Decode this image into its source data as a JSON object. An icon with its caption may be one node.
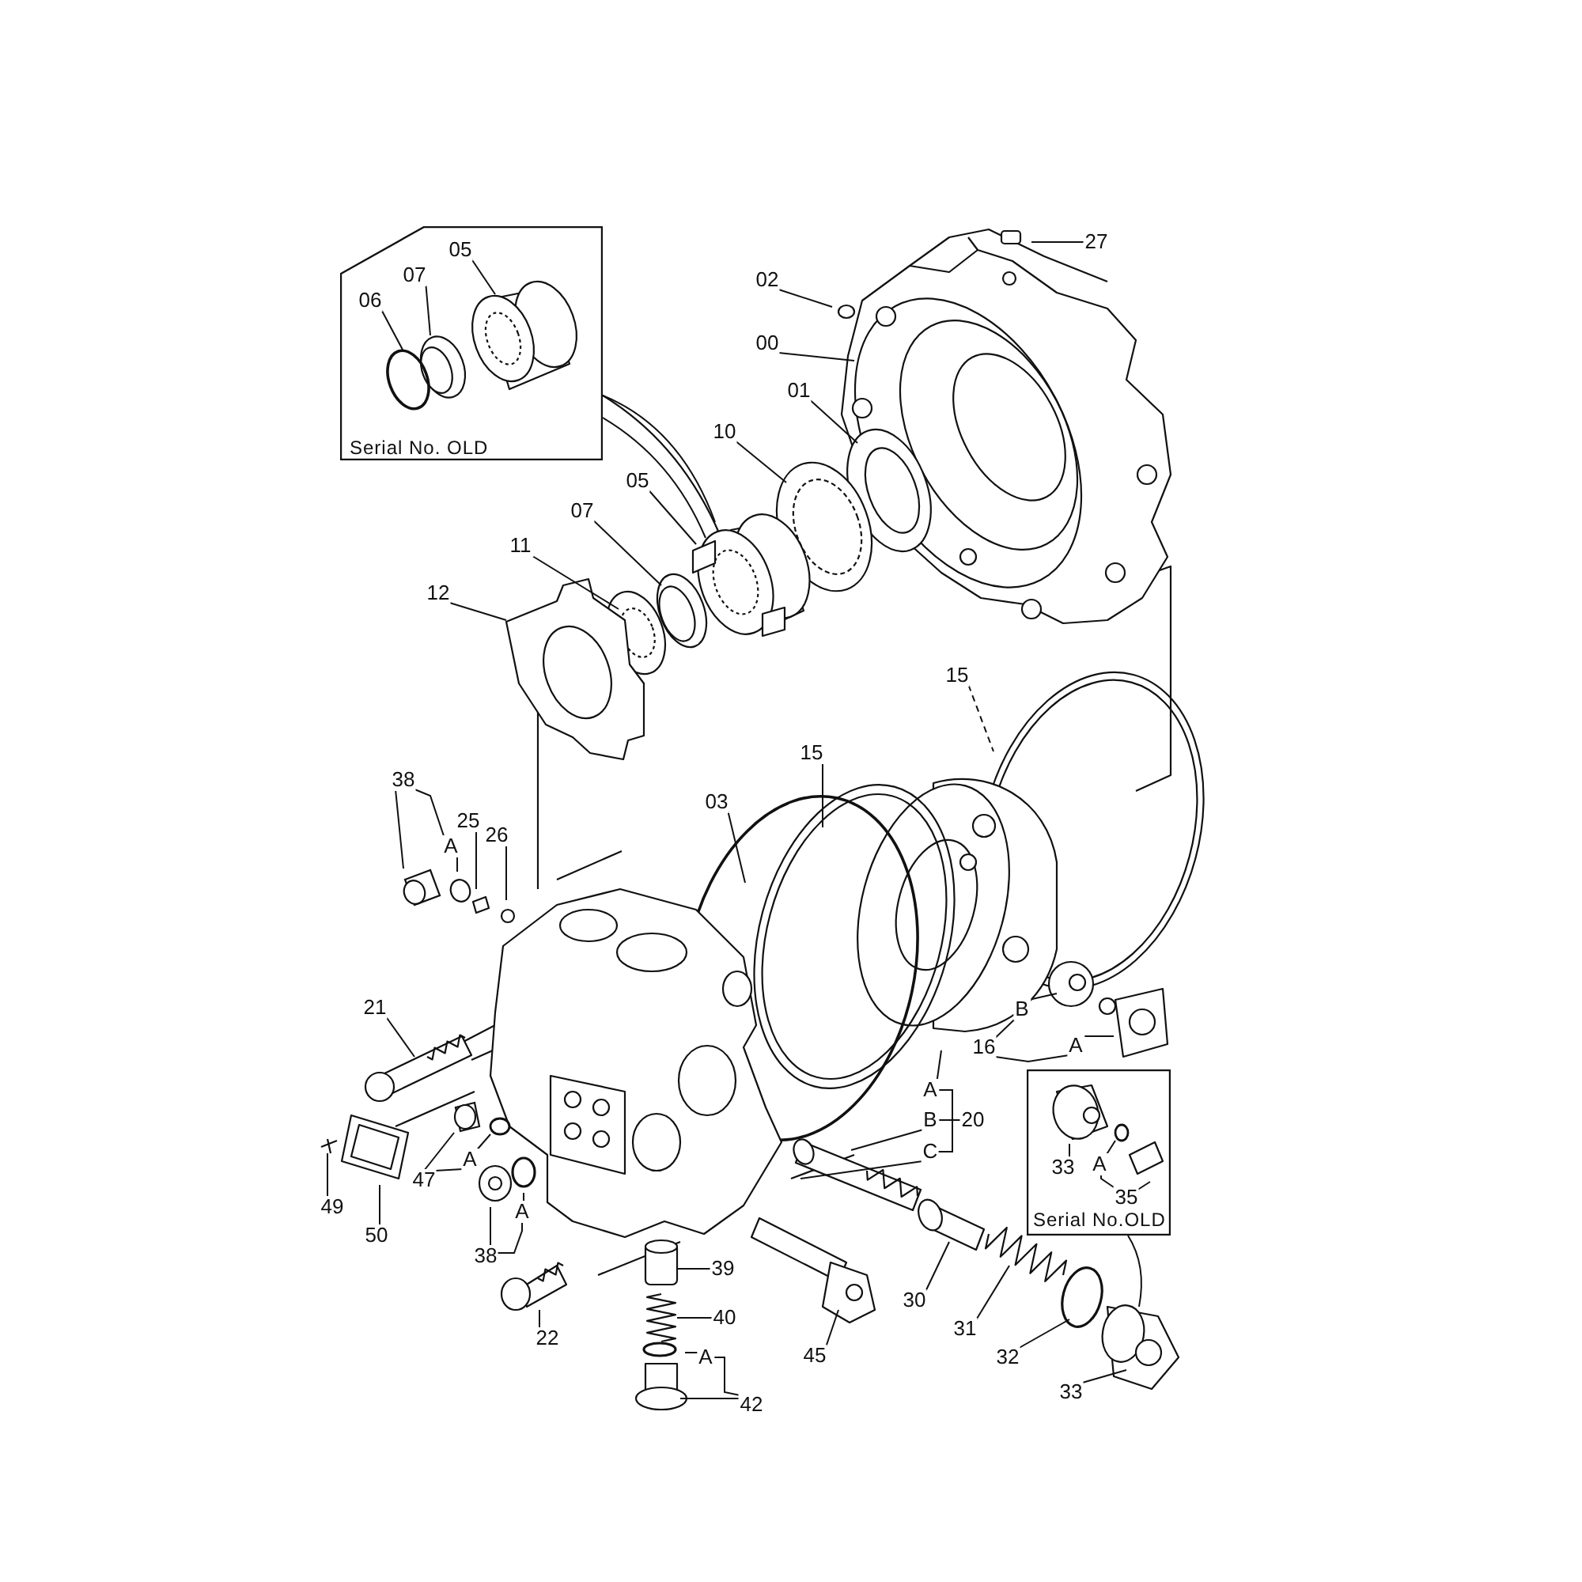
{
  "diagram": {
    "nodes": [
      {
        "text": [
          "Serial No. OLD"
        ]
      },
      {
        "text": [
          "05"
        ],
        "in": 0
      },
      {
        "text": [
          "07"
        ],
        "in": 0
      },
      {
        "text": [
          "06"
        ],
        "in": 0
      },
      {
        "text": [
          "27"
        ]
      },
      {
        "text": [
          "02"
        ]
      },
      {
        "text": [
          "00"
        ]
      },
      {
        "text": [
          "01"
        ]
      },
      {
        "text": [
          "10"
        ]
      },
      {
        "text": [
          "05"
        ]
      },
      {
        "text": [
          "07"
        ]
      },
      {
        "text": [
          "11"
        ]
      },
      {
        "text": [
          "12"
        ]
      },
      {
        "text": [
          "15"
        ]
      },
      {
        "text": [
          "15"
        ]
      },
      {
        "text": [
          "03"
        ]
      },
      {
        "text": [
          "38"
        ]
      },
      {
        "text": [
          "A"
        ]
      },
      {
        "text": [
          "25"
        ]
      },
      {
        "text": [
          "26"
        ]
      },
      {
        "text": [
          "21"
        ]
      },
      {
        "text": [
          "B"
        ]
      },
      {
        "text": [
          "16"
        ]
      },
      {
        "text": [
          "A"
        ]
      },
      {
        "text": [
          "Serial No.OLD"
        ]
      },
      {
        "text": [
          "33"
        ],
        "in": 24
      },
      {
        "text": [
          "A"
        ],
        "in": 24
      },
      {
        "text": [
          "35"
        ],
        "in": 24
      },
      {
        "text": [
          "A"
        ]
      },
      {
        "text": [
          "B"
        ]
      },
      {
        "text": [
          "C"
        ]
      },
      {
        "text": [
          "20"
        ]
      },
      {
        "text": [
          "49"
        ]
      },
      {
        "text": [
          "47"
        ]
      },
      {
        "text": [
          "A"
        ]
      },
      {
        "text": [
          "50"
        ]
      },
      {
        "text": [
          "A"
        ]
      },
      {
        "text": [
          "38"
        ]
      },
      {
        "text": [
          "39"
        ]
      },
      {
        "text": [
          "40"
        ]
      },
      {
        "text": [
          "22"
        ]
      },
      {
        "text": [
          "45"
        ]
      },
      {
        "text": [
          "30"
        ]
      },
      {
        "text": [
          "31"
        ]
      },
      {
        "text": [
          "A"
        ]
      },
      {
        "text": [
          "32"
        ]
      },
      {
        "text": [
          "42"
        ]
      },
      {
        "text": [
          "33"
        ]
      },
      {
        "text": [],
        "shape": "picture"
      },
      {
        "text": [],
        "shape": "picture"
      },
      {
        "text": [],
        "shape": "circle"
      },
      {
        "text": [],
        "shape": "circle",
        "in": 24
      }
    ],
    "edges": [
      {
        "from": 0,
        "to": null,
        "arrow": "none"
      },
      {
        "from": 0,
        "to": null,
        "arrow": "none"
      },
      {
        "from": 1,
        "to": null,
        "arrow": "none"
      },
      {
        "from": 2,
        "to": null,
        "arrow": "none"
      },
      {
        "from": 3,
        "to": null,
        "arrow": "none"
      },
      {
        "from": 4,
        "to": null,
        "arrow": "none"
      },
      {
        "from": 5,
        "to": null,
        "arrow": "none"
      },
      {
        "from": 6,
        "to": null,
        "arrow": "none"
      },
      {
        "from": 7,
        "to": null,
        "arrow": "none"
      },
      {
        "from": 8,
        "to": null,
        "arrow": "none"
      },
      {
        "from": 9,
        "to": null,
        "arrow": "none"
      },
      {
        "from": 10,
        "to": null,
        "arrow": "none"
      },
      {
        "from": 11,
        "to": null,
        "arrow": "none"
      },
      {
        "from": 12,
        "to": null,
        "arrow": "none"
      },
      {
        "from": 13,
        "to": null,
        "arrow": "none",
        "style": "dashed"
      },
      {
        "from": 14,
        "to": null,
        "arrow": "none"
      },
      {
        "from": 15,
        "to": null,
        "arrow": "none"
      },
      {
        "from": 16,
        "to": 48,
        "arrow": "none"
      },
      {
        "from": 17,
        "to": null,
        "arrow": "none"
      },
      {
        "from": 18,
        "to": null,
        "arrow": "none"
      },
      {
        "from": 19,
        "to": null,
        "arrow": "none"
      },
      {
        "from": 20,
        "to": null,
        "arrow": "none"
      },
      {
        "from": 21,
        "to": null,
        "arrow": "none"
      },
      {
        "from": 23,
        "to": null,
        "arrow": "none"
      },
      {
        "from": 24,
        "to": null,
        "arrow": "none"
      },
      {
        "from": 25,
        "to": null,
        "arrow": "none"
      },
      {
        "from": 26,
        "to": 51,
        "arrow": "none"
      },
      {
        "from": 27,
        "to": null,
        "arrow": "none"
      },
      {
        "from": 28,
        "to": null,
        "arrow": "none"
      },
      {
        "from": 29,
        "to": null,
        "arrow": "none"
      },
      {
        "from": 30,
        "to": null,
        "arrow": "none"
      },
      {
        "from": 32,
        "to": null,
        "arrow": "none"
      },
      {
        "from": 33,
        "to": 49,
        "arrow": "none"
      },
      {
        "from": 34,
        "to": 50,
        "arrow": "none"
      },
      {
        "from": 35,
        "to": null,
        "arrow": "none"
      },
      {
        "from": 36,
        "to": null,
        "arrow": "none"
      },
      {
        "from": 37,
        "to": null,
        "arrow": "none"
      },
      {
        "from": 38,
        "to": null,
        "arrow": "none"
      },
      {
        "from": 39,
        "to": null,
        "arrow": "none"
      },
      {
        "from": 40,
        "to": null,
        "arrow": "none"
      },
      {
        "from": 41,
        "to": null,
        "arrow": "none"
      },
      {
        "from": 42,
        "to": null,
        "arrow": "none"
      },
      {
        "from": 43,
        "to": null,
        "arrow": "none"
      },
      {
        "from": 44,
        "to": null,
        "arrow": "none"
      },
      {
        "from": 45,
        "to": null,
        "arrow": "none"
      },
      {
        "from": 46,
        "to": null,
        "arrow": "none"
      },
      {
        "from": 47,
        "to": null,
        "arrow": "none"
      },
      {
        "from": 16,
        "to": 17,
        "arrow": "none"
      },
      {
        "from": 22,
        "to": 21,
        "arrow": "none"
      },
      {
        "from": 22,
        "to": 23,
        "arrow": "none"
      },
      {
        "from": 27,
        "to": 26,
        "arrow": "none"
      },
      {
        "from": 31,
        "to": 28,
        "arrow": "none"
      },
      {
        "from": 31,
        "to": 29,
        "arrow": "none"
      },
      {
        "from": 31,
        "to": 30,
        "arrow": "none"
      },
      {
        "from": 33,
        "to": 34,
        "arrow": "none"
      },
      {
        "from": 37,
        "to": 36,
        "arrow": "none"
      },
      {
        "from": 46,
        "to": 44,
        "arrow": "none"
      }
    ]
  }
}
